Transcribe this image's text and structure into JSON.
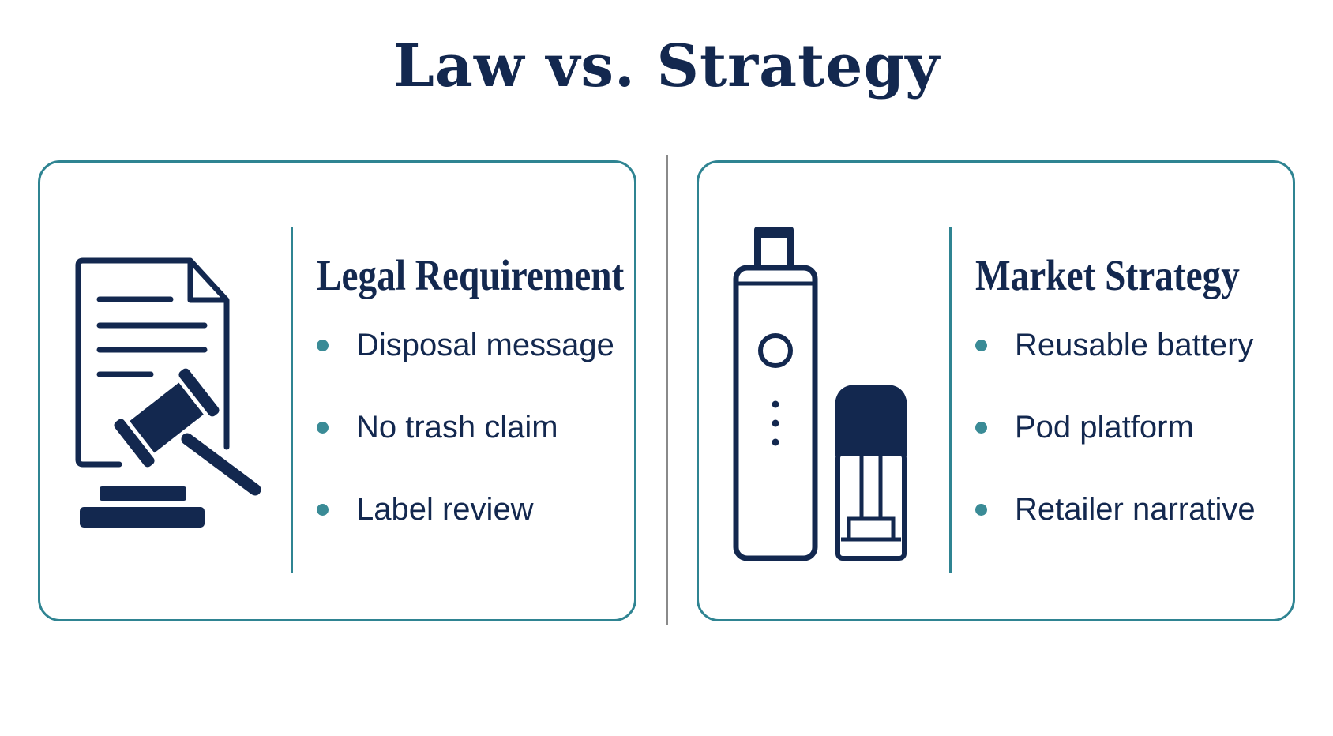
{
  "title": "Law vs. Strategy",
  "colors": {
    "navy": "#13284f",
    "teal": "#2f8492",
    "divider": "#8a8a8a"
  },
  "left_panel": {
    "icon": "document-gavel-icon",
    "heading": "Legal Requirement",
    "items": [
      "Disposal message",
      "No trash claim",
      "Label review"
    ]
  },
  "right_panel": {
    "icon": "vape-device-pod-icon",
    "heading": "Market Strategy",
    "items": [
      "Reusable battery",
      "Pod platform",
      "Retailer narrative"
    ]
  }
}
